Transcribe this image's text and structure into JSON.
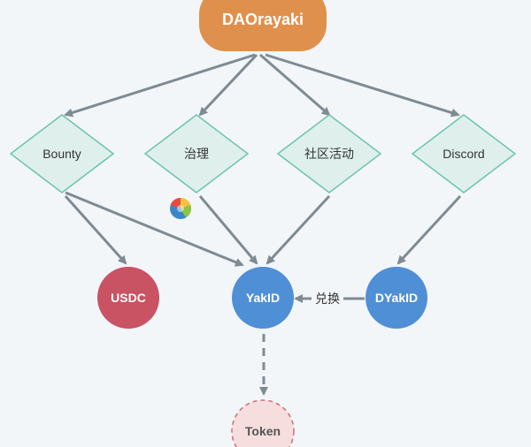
{
  "nodes": {
    "root": "DAOrayaki",
    "bounty": "Bounty",
    "governance": "治理",
    "community": "社区活动",
    "discord": "Discord",
    "usdc": "USDC",
    "yakid": "YakID",
    "dyakid": "DYakID",
    "token": "Token"
  },
  "edges": {
    "exchange": "兑换"
  },
  "colors": {
    "root": "#e0904d",
    "diamond_fill": "#dff0ec",
    "diamond_stroke": "#6cc4ae",
    "usdc": "#c95363",
    "yakid": "#4f8fd6",
    "dyakid": "#4f8fd6",
    "token_fill": "#f6dede",
    "token_stroke": "#d16c78",
    "arrow": "#7f8b93"
  },
  "icons": {
    "pie_chart": "pie-chart-icon"
  }
}
